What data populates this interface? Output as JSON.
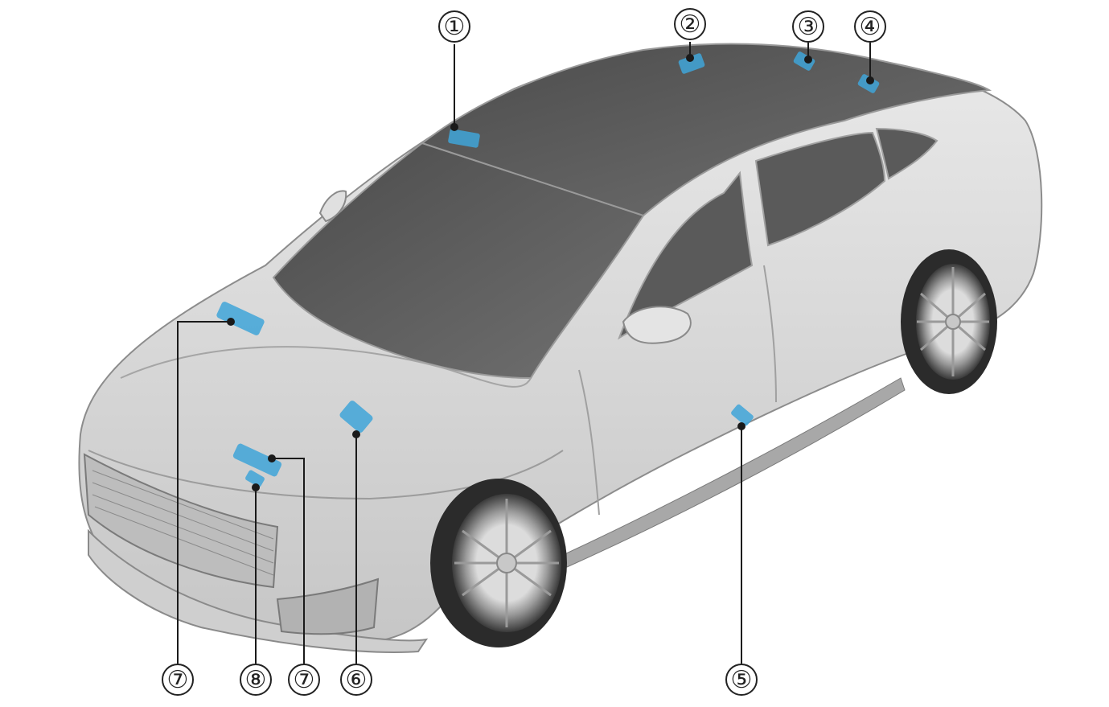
{
  "callouts": [
    {
      "id": "1",
      "label": "①"
    },
    {
      "id": "2",
      "label": "②"
    },
    {
      "id": "3",
      "label": "③"
    },
    {
      "id": "4",
      "label": "④"
    },
    {
      "id": "5",
      "label": "⑤"
    },
    {
      "id": "6",
      "label": "⑥"
    },
    {
      "id": "7a",
      "label": "⑦"
    },
    {
      "id": "8",
      "label": "⑧"
    },
    {
      "id": "7b",
      "label": "⑦"
    }
  ],
  "colors": {
    "body": "#d7d7d7",
    "glass": "#5d5d5d",
    "marker": "#3fa4d8",
    "line": "#1a1a1a"
  }
}
